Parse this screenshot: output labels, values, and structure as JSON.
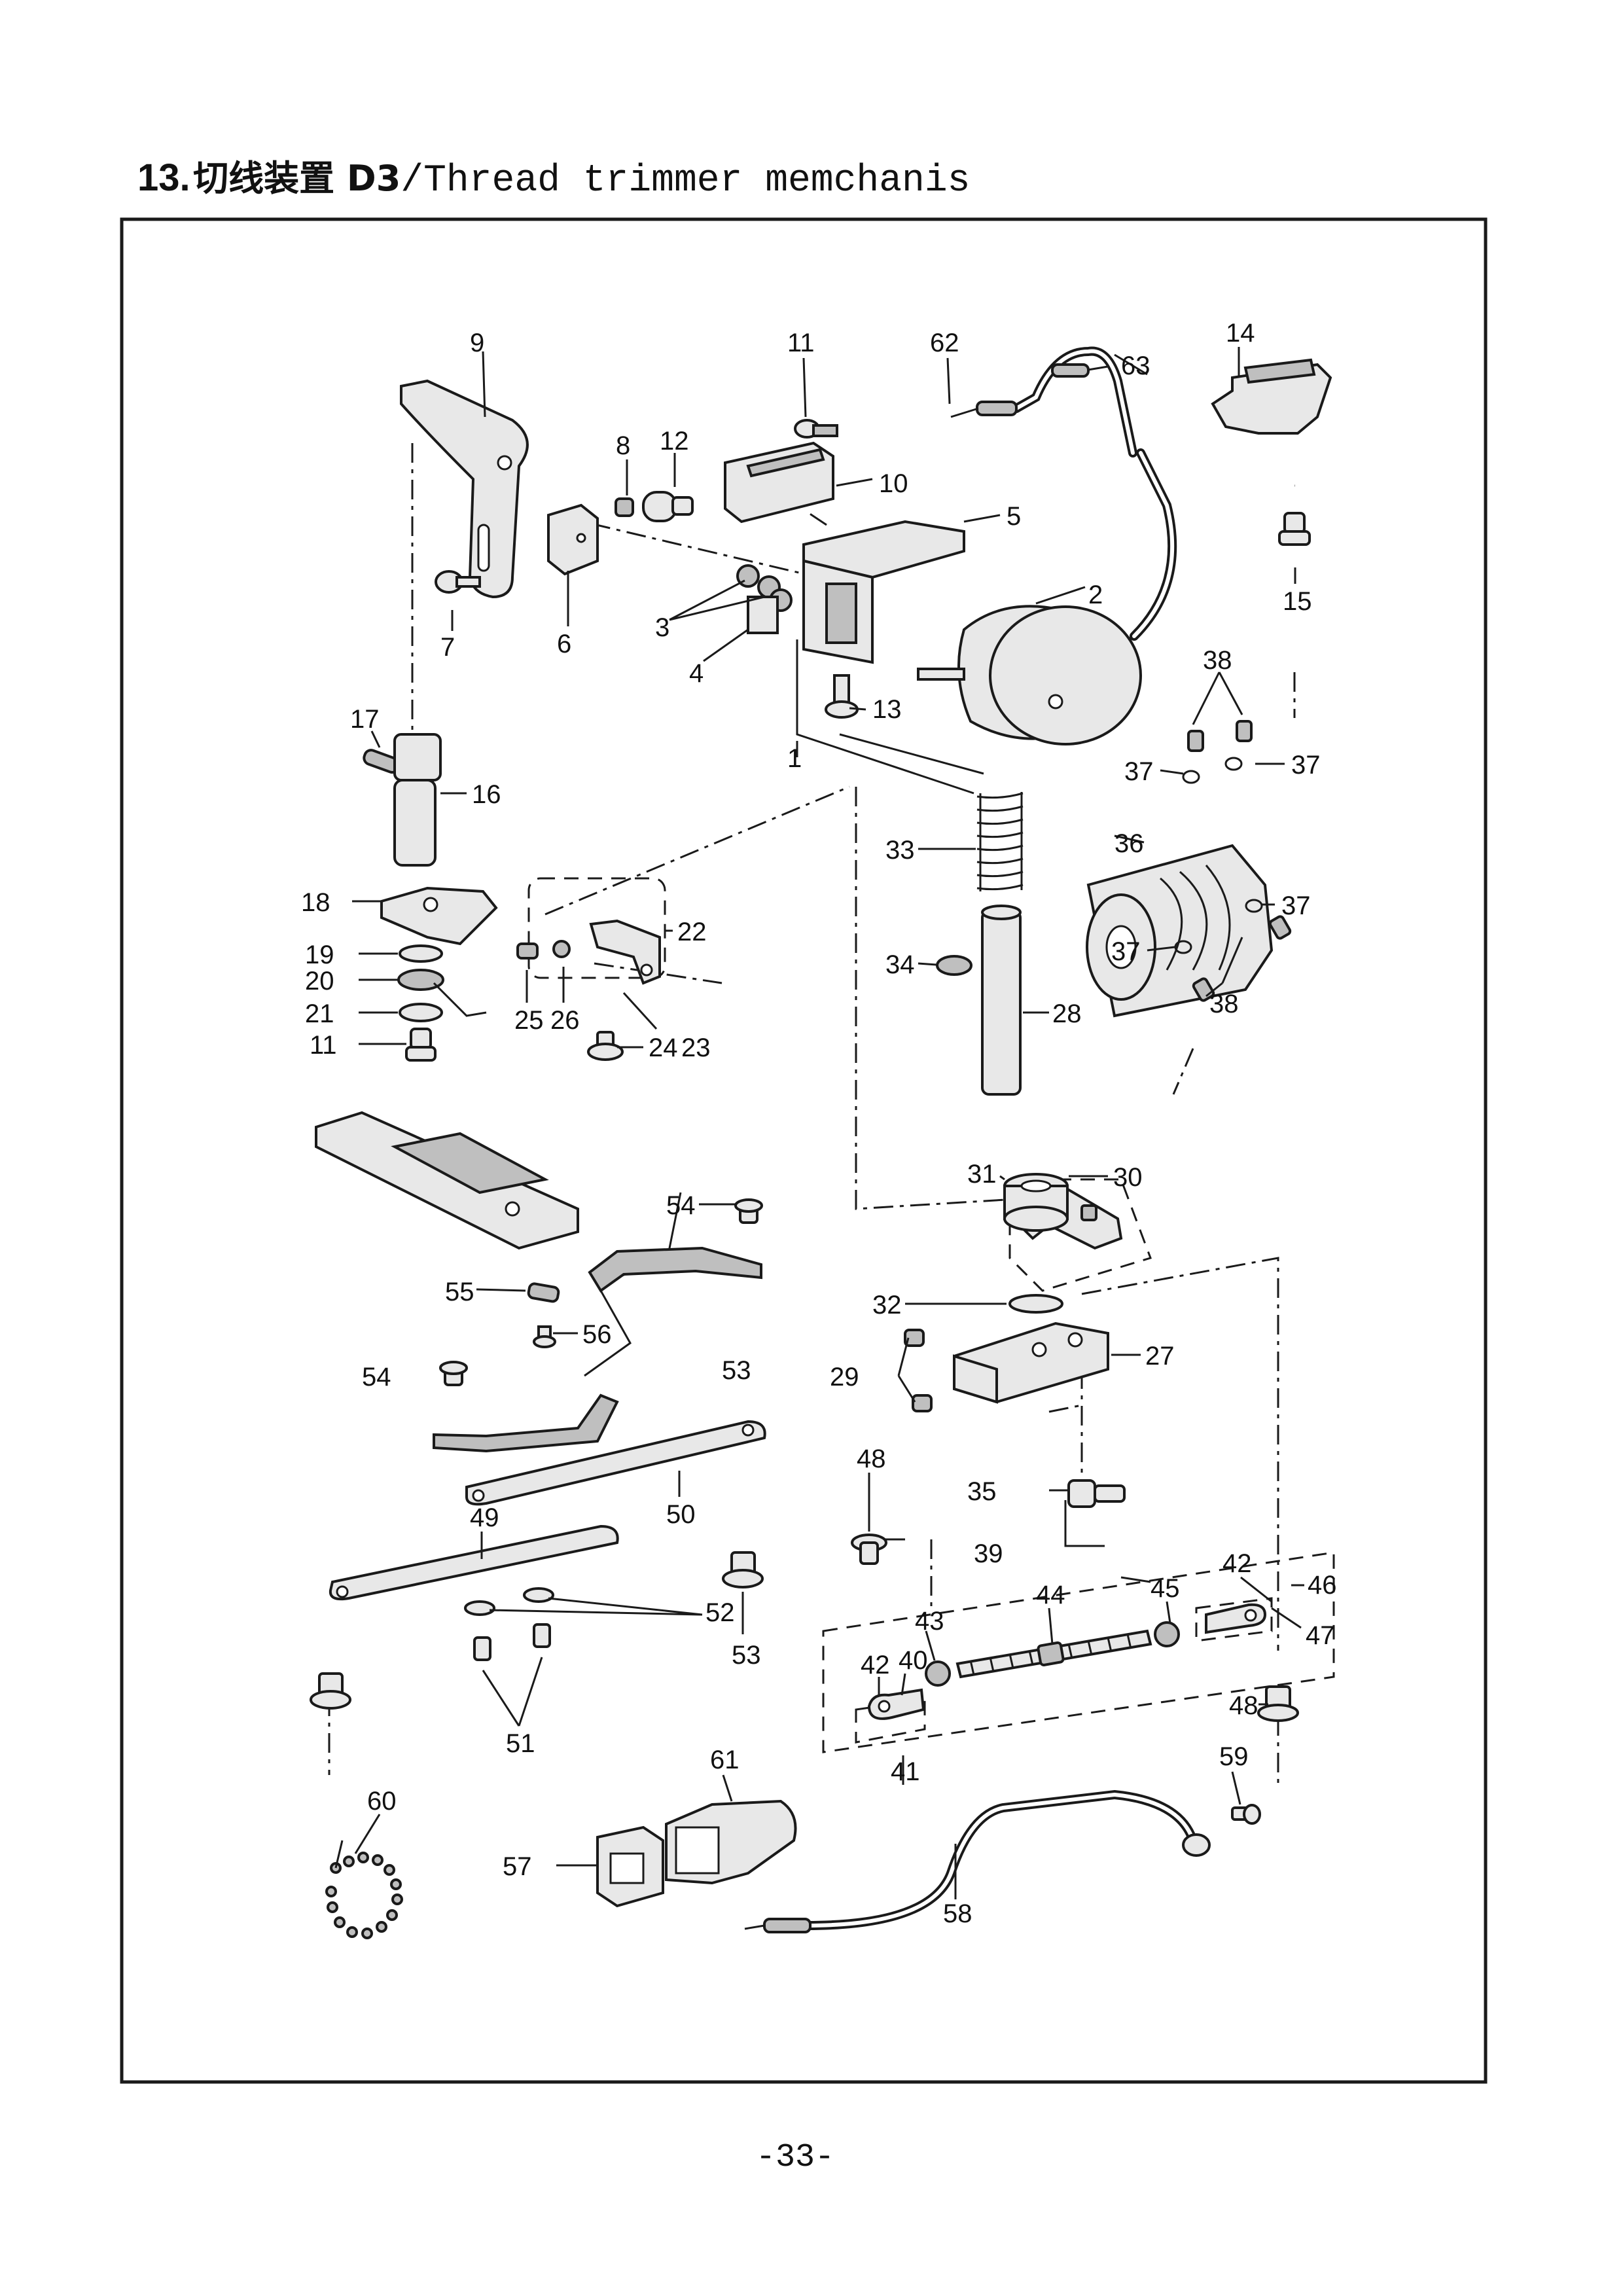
{
  "header": {
    "number": "13.",
    "title_cn": "切线装置 D3",
    "title_en": "/Thread trimmer memchanis"
  },
  "footer": {
    "page_number": "-33-"
  },
  "callouts": [
    "9",
    "11",
    "62",
    "63",
    "14",
    "8",
    "12",
    "10",
    "5",
    "2",
    "15",
    "7",
    "6",
    "3",
    "4",
    "13",
    "1",
    "17",
    "16",
    "38",
    "37",
    "37",
    "36",
    "37",
    "37",
    "38",
    "18",
    "33",
    "19",
    "22",
    "20",
    "34",
    "21",
    "26",
    "11",
    "25",
    "24",
    "23",
    "28",
    "31",
    "30",
    "54",
    "55",
    "56",
    "53",
    "32",
    "54",
    "29",
    "27",
    "48",
    "49",
    "50",
    "35",
    "39",
    "42",
    "45",
    "46",
    "44",
    "43",
    "40",
    "52",
    "42",
    "47",
    "53",
    "48",
    "51",
    "61",
    "59",
    "60",
    "41",
    "57",
    "58"
  ]
}
